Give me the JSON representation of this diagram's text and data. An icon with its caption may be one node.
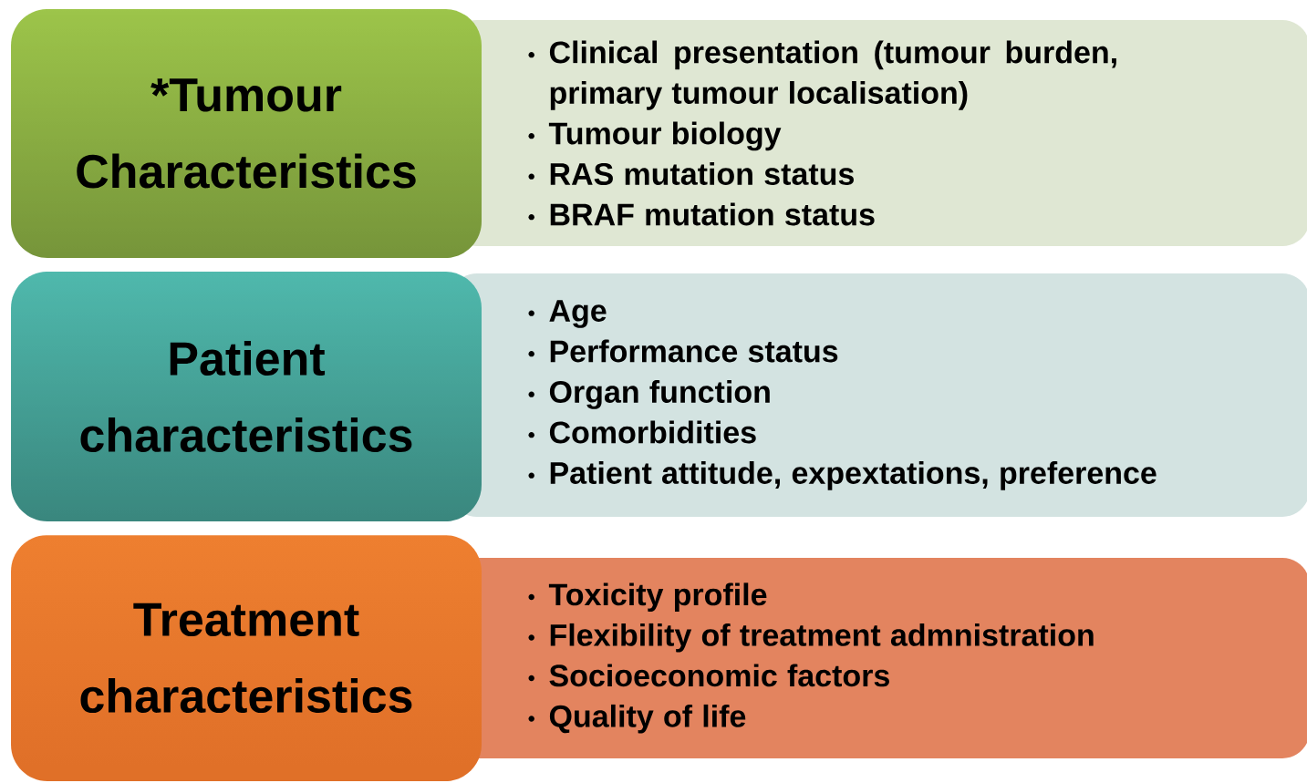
{
  "diagram": {
    "nodes": [
      {
        "text": [
          "*Tumour Characteristics"
        ]
      },
      {
        "text": [
          "Clinical presentation (tumour burden, primary tumour localisation)",
          "Tumour biology",
          "RAS mutation status",
          "BRAF mutation status"
        ]
      },
      {
        "text": [
          "Patient characteristics"
        ]
      },
      {
        "text": [
          "Age",
          "Performance status",
          "Organ function",
          "Comorbidities",
          "Patient attitude, expextations, preference"
        ]
      },
      {
        "text": [
          "Treatment characteristics"
        ]
      },
      {
        "text": [
          "Toxicity profile",
          "Flexibility of treatment admnistration",
          "Socioeconomic factors",
          "Quality of life"
        ]
      }
    ]
  }
}
